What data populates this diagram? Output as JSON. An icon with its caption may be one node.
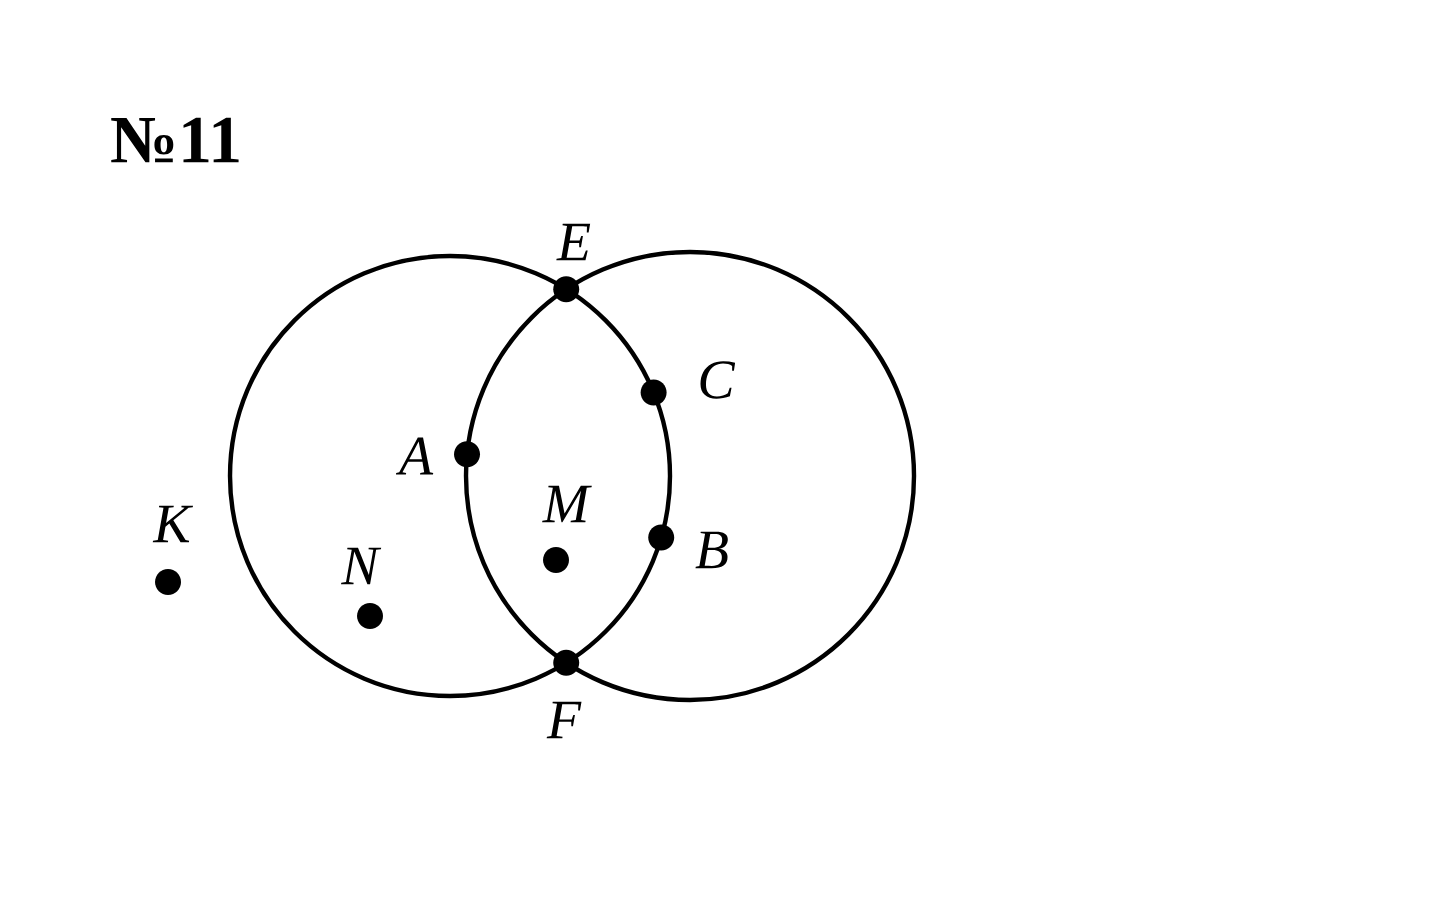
{
  "diagram": {
    "labels": [
      "№11",
      "E",
      "C",
      "A",
      "M",
      "B",
      "K",
      "N",
      "F"
    ]
  }
}
